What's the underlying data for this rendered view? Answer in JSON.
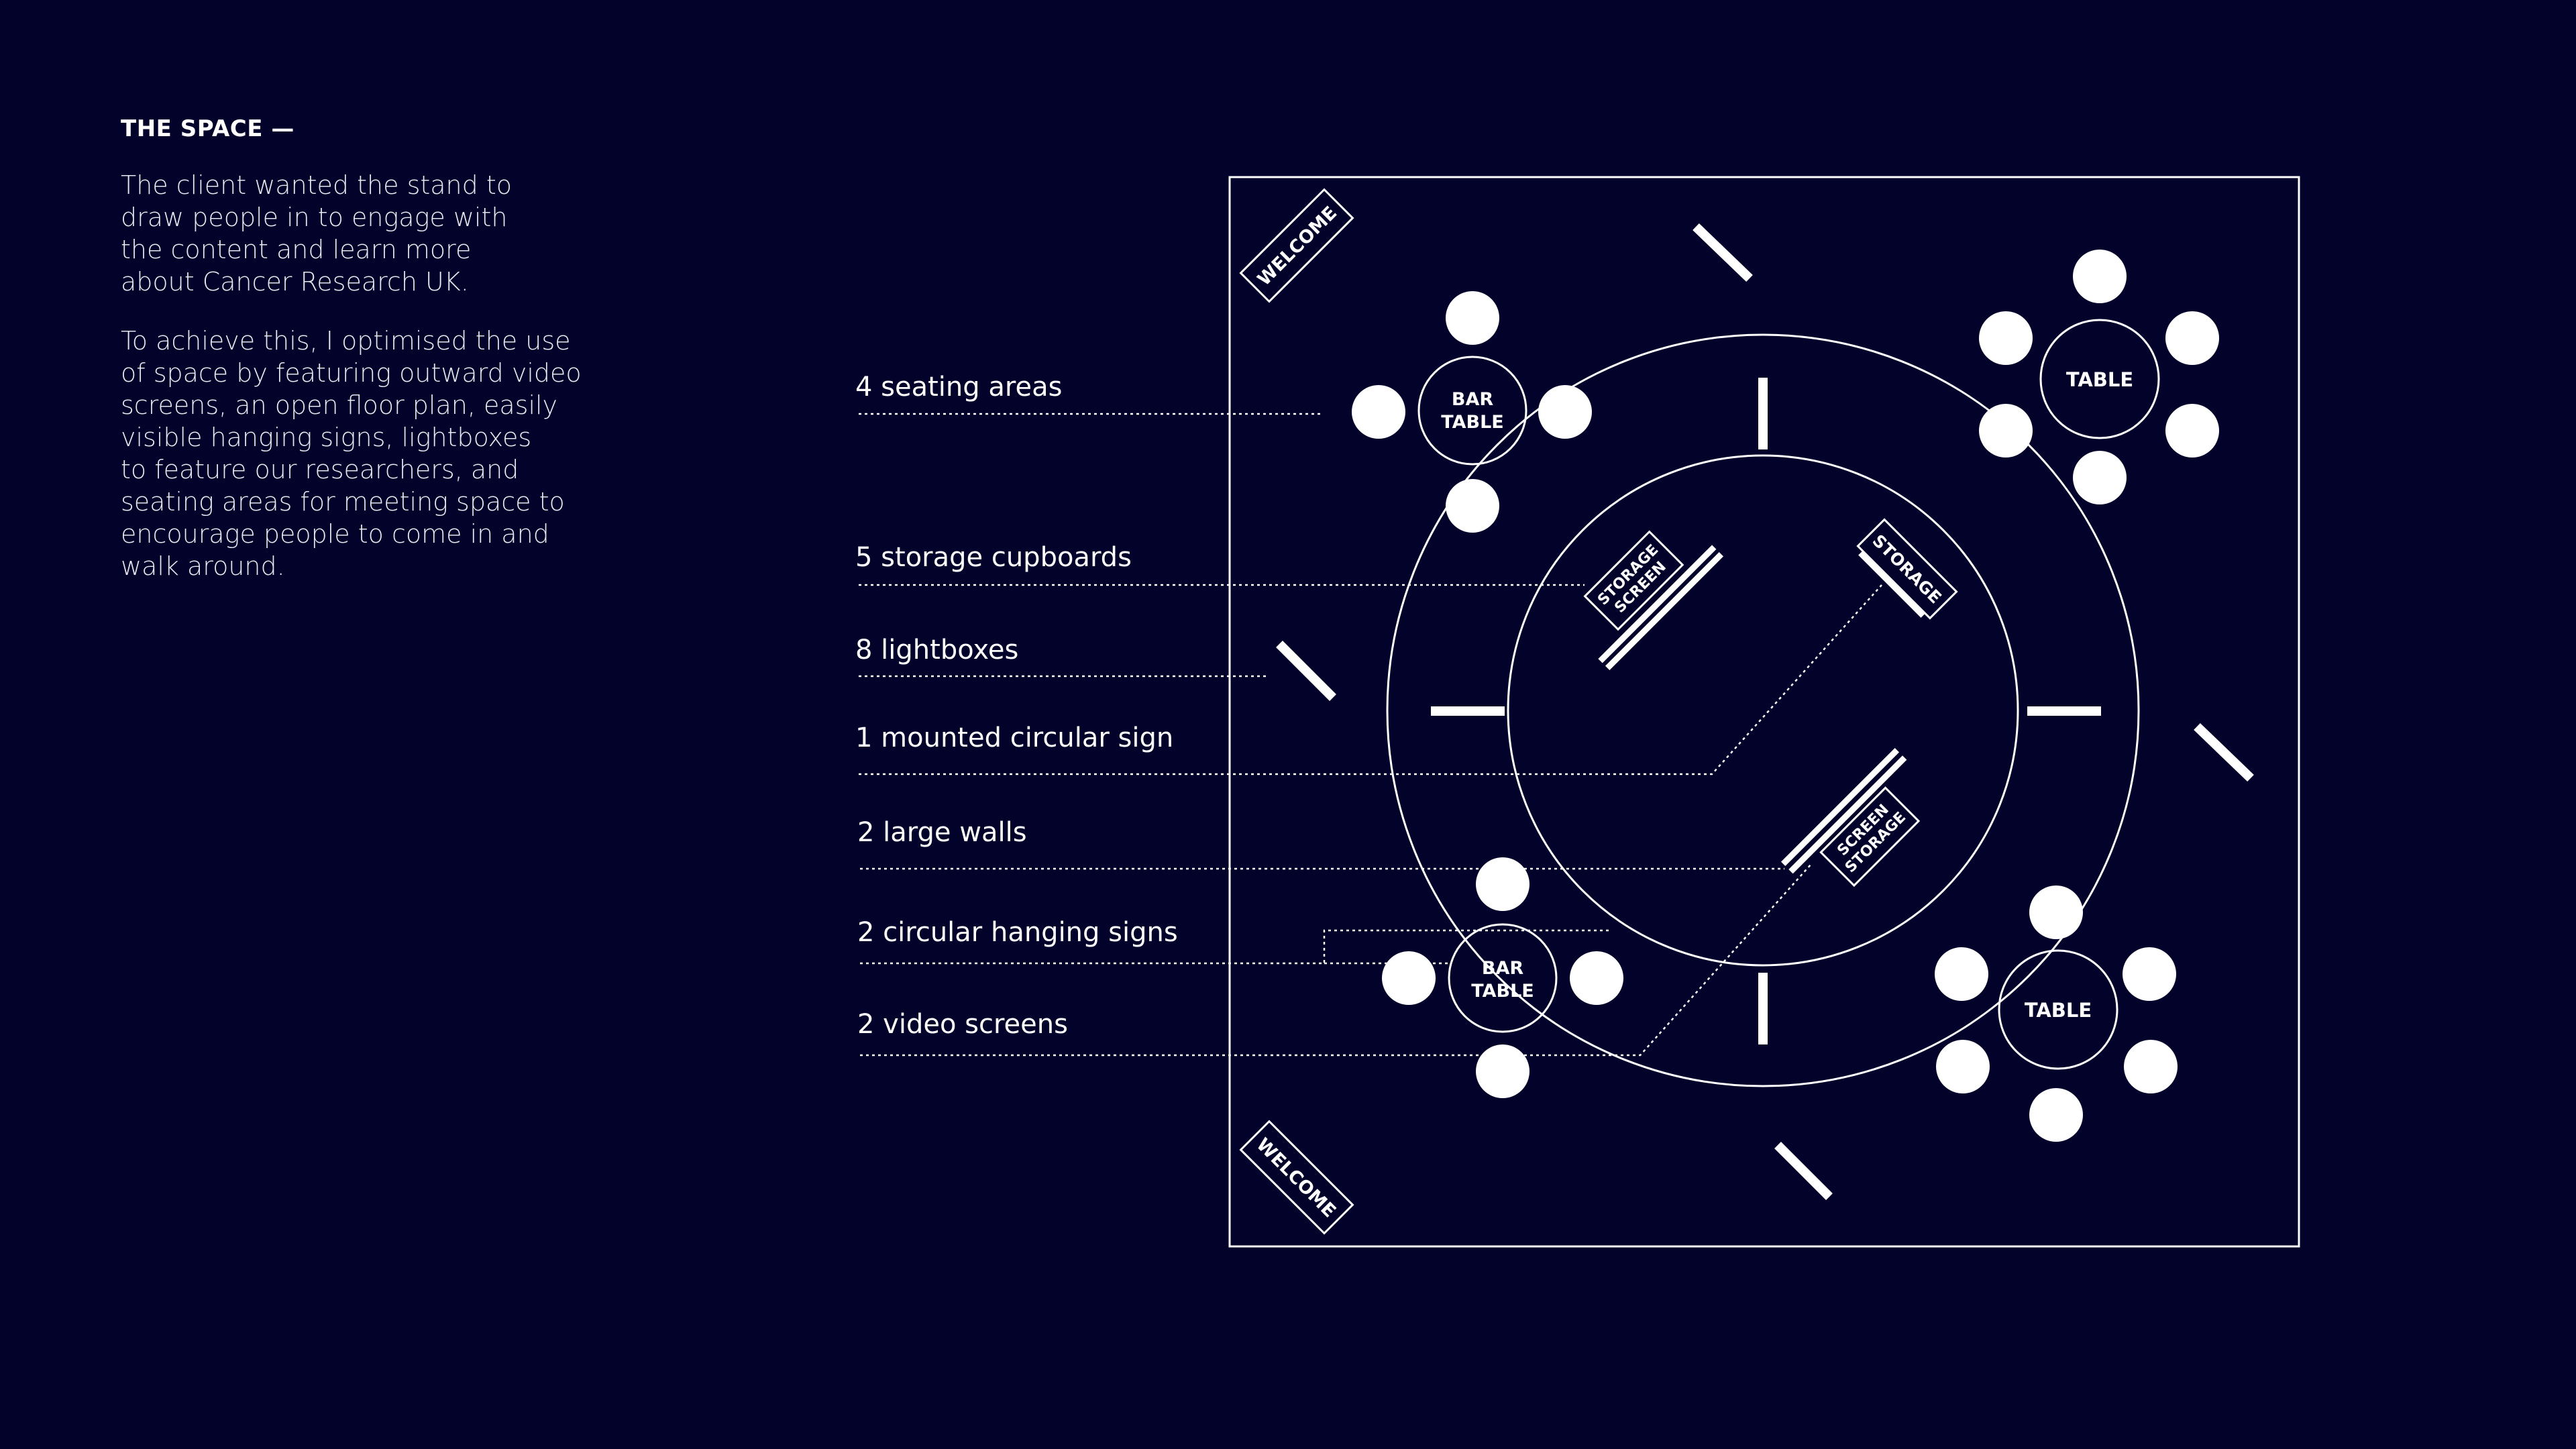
{
  "intro": {
    "heading": "THE SPACE —",
    "paragraph_1": "The client wanted the stand to\ndraw people in to engage with\nthe content and learn more\nabout Cancer Research UK.",
    "paragraph_2": "To achieve this, I optimised the use\nof space by featuring outward video\nscreens, an open floor plan, easily\nvisible hanging signs, lightboxes\nto feature our researchers, and\nseating areas for meeting space to\nencourage people to come in and\nwalk around."
  },
  "callouts": [
    "4 seating areas",
    "5 storage cupboards",
    "8 lightboxes",
    "1 mounted circular sign",
    "2 large walls",
    "2 circular hanging signs",
    "2 video screens"
  ],
  "floorplan": {
    "welcome_top": "WELCOME",
    "welcome_bottom": "WELCOME",
    "bar_table_top": [
      "BAR",
      "TABLE"
    ],
    "bar_table_bottom": [
      "BAR",
      "TABLE"
    ],
    "table_top_right": "TABLE",
    "table_bottom_right": "TABLE",
    "storage_screen_left": [
      "STORAGE",
      "SCREEN"
    ],
    "storage_right": "STORAGE",
    "screen_storage_bottom": [
      "SCREEN",
      "STORAGE"
    ]
  },
  "colors": {
    "background": "#02022a",
    "foreground": "#ffffff"
  }
}
